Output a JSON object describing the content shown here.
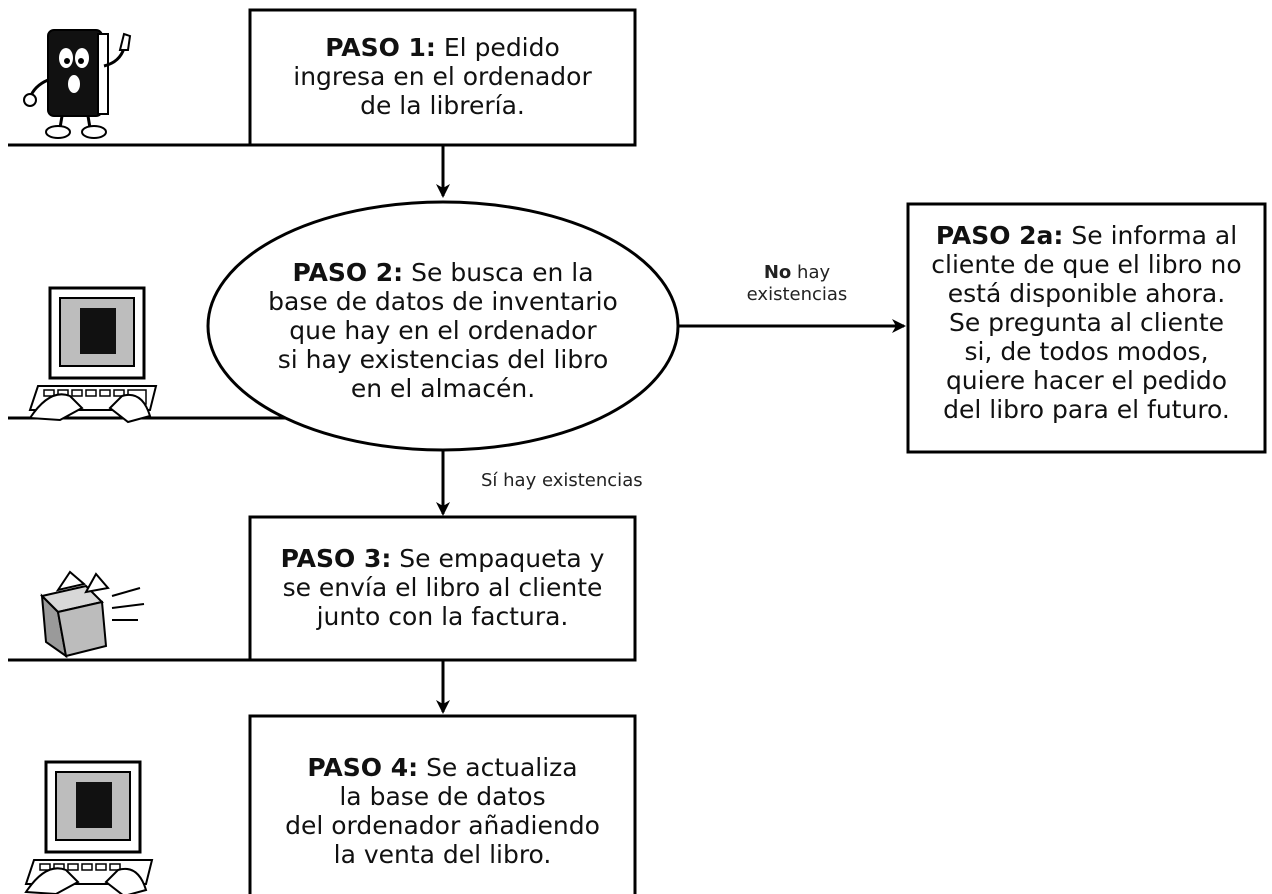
{
  "steps": {
    "s1": {
      "label": "PASO 1:",
      "lines": [
        "El pedido",
        "ingresa en el ordenador",
        "de la librería."
      ]
    },
    "s2": {
      "label": "PASO 2:",
      "lines": [
        "Se busca en la",
        "base de datos de inventario",
        "que hay en el ordenador",
        "si hay existencias del libro",
        "en el almacén."
      ]
    },
    "s2a": {
      "label": "PASO 2a:",
      "lines": [
        "Se informa al",
        "cliente de que el libro no",
        "está disponible ahora.",
        "Se pregunta al cliente",
        "si, de todos modos,",
        "quiere  hacer el pedido",
        "del libro para el futuro."
      ]
    },
    "s3": {
      "label": "PASO 3:",
      "lines": [
        "Se empaqueta y",
        "se envía el libro al cliente",
        "junto con la factura."
      ]
    },
    "s4": {
      "label": "PASO 4:",
      "lines": [
        "Se actualiza",
        "la base de datos",
        "del ordenador añadiendo",
        "la venta del libro."
      ]
    }
  },
  "edges": {
    "no_bold": "No",
    "no_rest": "hay",
    "no_line2": "existencias",
    "yes": "Sí hay existencias"
  },
  "icons": [
    "book-mascot-icon",
    "computer-typing-icon",
    "package-delivery-icon",
    "computer-typing-icon"
  ]
}
